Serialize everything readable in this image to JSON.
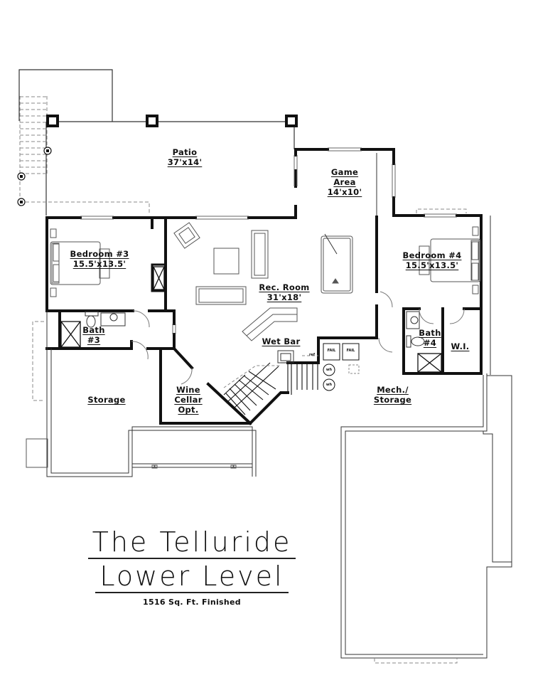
{
  "title": {
    "line1": "The Telluride",
    "line2": "Lower Level",
    "subtitle": "1516 Sq. Ft. Finished"
  },
  "rooms": {
    "patio": {
      "name": "Patio",
      "size": "37'x14'"
    },
    "game_area": {
      "name1": "Game",
      "name2": "Area",
      "size": "14'x10'"
    },
    "bedroom3": {
      "name": "Bedroom #3",
      "size": "15.5'x13.5'"
    },
    "bedroom4": {
      "name": "Bedroom #4",
      "size": "15.5'x13.5'"
    },
    "rec_room": {
      "name": "Rec. Room",
      "size": "31'x18'"
    },
    "bath3": {
      "name": "Bath",
      "num": "#3"
    },
    "bath4": {
      "name": "Bath",
      "num": "#4"
    },
    "walk_in": {
      "name": "W.I."
    },
    "wet_bar": {
      "name": "Wet Bar"
    },
    "wine_cellar": {
      "line1": "Wine",
      "line2": "Cellar",
      "line3": "Opt."
    },
    "storage": {
      "name": "Storage"
    },
    "mech_storage": {
      "line1": "Mech./",
      "line2": "Storage"
    }
  },
  "fixtures": {
    "furnace1": "FAIL",
    "furnace2": "FAIL",
    "water_heater1": "wh",
    "water_heater2": "wh",
    "fridge": "ref"
  },
  "colors": {
    "wall": "#111111",
    "line": "#333333",
    "dashed": "#777777",
    "background": "#ffffff"
  }
}
